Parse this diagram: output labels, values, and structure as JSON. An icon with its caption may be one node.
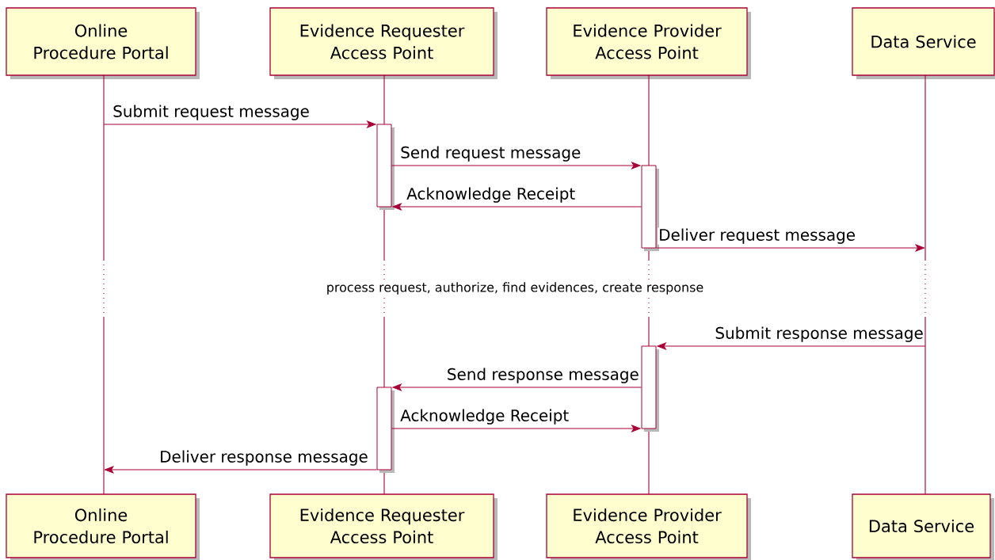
{
  "diagram": {
    "nodes": [
      {
        "text": [
          "Online Procedure Portal"
        ]
      },
      {
        "text": [
          "Evidence Requester Access Point"
        ]
      },
      {
        "text": [
          "Evidence Provider Access Point"
        ]
      },
      {
        "text": [
          "Data Service"
        ]
      },
      {
        "text": [
          "Online Procedure Portal"
        ]
      },
      {
        "text": [
          "Evidence Requester Access Point"
        ]
      },
      {
        "text": [
          "Evidence Provider Access Point"
        ]
      },
      {
        "text": [
          "Data Service"
        ]
      },
      {
        "text": [],
        "shape": "line"
      },
      {
        "text": [],
        "shape": "line"
      },
      {
        "text": [],
        "shape": "line"
      },
      {
        "text": [],
        "shape": "line"
      },
      {
        "text": [],
        "shape": "bar"
      },
      {
        "text": [],
        "shape": "bar"
      },
      {
        "text": [],
        "shape": "bar"
      },
      {
        "text": [],
        "shape": "bar"
      }
    ],
    "edges": [
      {
        "from": 8,
        "to": 12,
        "arrow": "to",
        "label": "Submit request message"
      },
      {
        "from": 12,
        "to": 13,
        "arrow": "to",
        "label": "Send request message"
      },
      {
        "from": 13,
        "to": 12,
        "arrow": "to",
        "label": "Acknowledge Receipt"
      },
      {
        "from": 13,
        "to": 11,
        "arrow": "to",
        "label": "Deliver request message"
      },
      {
        "from": 11,
        "to": 14,
        "arrow": "to",
        "label": "Submit response message"
      },
      {
        "from": 14,
        "to": 15,
        "arrow": "to",
        "label": "Send response message"
      },
      {
        "from": 15,
        "to": 14,
        "arrow": "to",
        "label": "Acknowledge Receipt"
      },
      {
        "from": 15,
        "to": 8,
        "arrow": "to",
        "label": "Deliver response message"
      }
    ],
    "labels": [
      "process request, authorize, find evidences, create response"
    ]
  }
}
